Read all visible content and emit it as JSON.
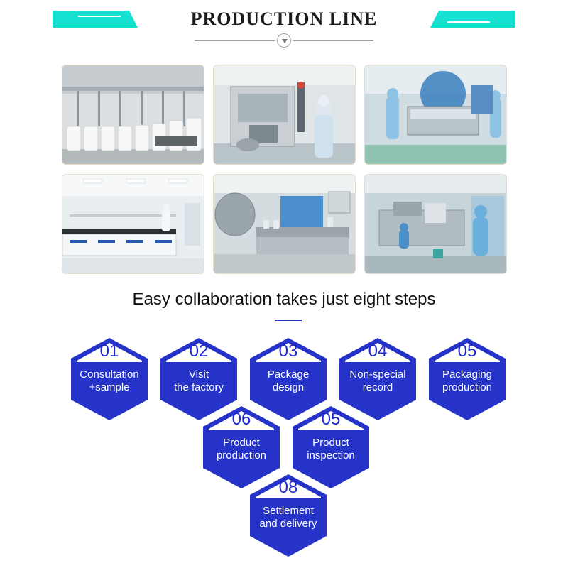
{
  "header": {
    "title": "PRODUCTION LINE",
    "accent_color": "#16e0cf",
    "divider_icon": "chevron-down-icon"
  },
  "gallery": {
    "photos": [
      {
        "name": "bottle-filling-line",
        "palette": [
          "#d9dde0",
          "#f4f4f2",
          "#b8bec2"
        ]
      },
      {
        "name": "capsule-filling-machine",
        "palette": [
          "#c9d3d6",
          "#e8ecee",
          "#6f8b9f"
        ]
      },
      {
        "name": "blister-packing-workers",
        "palette": [
          "#9fc4cf",
          "#dfe7ea",
          "#3f7db6"
        ]
      },
      {
        "name": "laboratory-benches",
        "palette": [
          "#e9eef1",
          "#ffffff",
          "#2c57a8"
        ]
      },
      {
        "name": "packaging-machine-room",
        "palette": [
          "#cfd8dc",
          "#eef2f3",
          "#3a78c2"
        ]
      },
      {
        "name": "tablet-production-room",
        "palette": [
          "#bfcdd1",
          "#e4ecee",
          "#4b8fc9"
        ]
      }
    ]
  },
  "steps_section": {
    "subtitle": "Easy collaboration takes just eight steps",
    "hex_color": "#2533c9",
    "number_color": "#1f2bd1",
    "steps": [
      {
        "number": "01",
        "label": "Consultation\n+sample"
      },
      {
        "number": "02",
        "label": "Visit\nthe factory"
      },
      {
        "number": "03",
        "label": "Package\ndesign"
      },
      {
        "number": "04",
        "label": "Non-special\nrecord"
      },
      {
        "number": "05",
        "label": "Packaging\nproduction"
      },
      {
        "number": "06",
        "label": "Product\nproduction"
      },
      {
        "number": "05",
        "label": "Product\ninspection"
      },
      {
        "number": "08",
        "label": "Settlement\nand delivery"
      }
    ]
  }
}
